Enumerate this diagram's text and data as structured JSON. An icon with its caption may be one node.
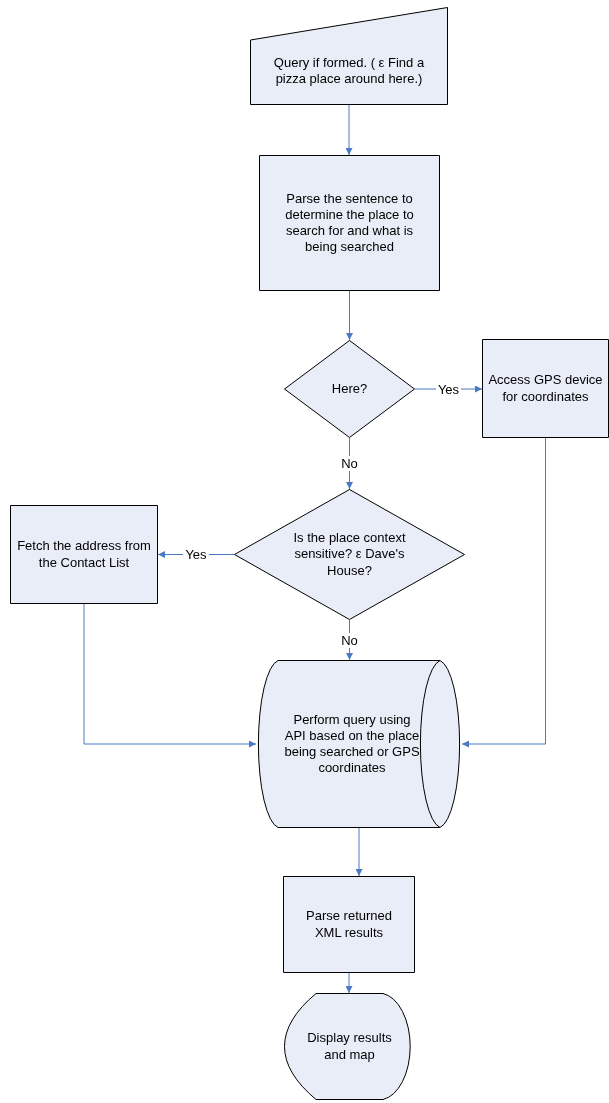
{
  "diagram": {
    "nodes": [
      {
        "text": [
          "Query if formed. ( ε Find a pizza place around here.)"
        ]
      },
      {
        "text": [
          "Parse the sentence to determine the place to search for and what is being searched"
        ]
      },
      {
        "text": [
          "Here?"
        ]
      },
      {
        "text": [
          "Access GPS device for coordinates"
        ]
      },
      {
        "text": [
          "Is the place context sensitive? ε Dave's House?"
        ]
      },
      {
        "text": [
          "Fetch the address from the Contact List"
        ]
      },
      {
        "text": [
          "Perform query using API based on the place being searched or GPS coordinates"
        ]
      },
      {
        "text": [
          "Parse returned XML results"
        ]
      },
      {
        "text": [
          "Display results and map"
        ]
      }
    ],
    "edges": [
      {
        "from": 0,
        "to": 1,
        "arrow": "to"
      },
      {
        "from": 1,
        "to": 2,
        "arrow": "to"
      },
      {
        "from": 2,
        "to": 3,
        "arrow": "to",
        "label": "Yes"
      },
      {
        "from": 2,
        "to": 4,
        "arrow": "to",
        "label": "No"
      },
      {
        "from": 4,
        "to": 5,
        "arrow": "to",
        "label": "Yes"
      },
      {
        "from": 4,
        "to": 6,
        "arrow": "to",
        "label": "No"
      },
      {
        "from": 5,
        "to": 6,
        "arrow": "to"
      },
      {
        "from": 3,
        "to": 6,
        "arrow": "to"
      },
      {
        "from": 6,
        "to": 7,
        "arrow": "to"
      },
      {
        "from": 7,
        "to": 8,
        "arrow": "to"
      }
    ]
  }
}
